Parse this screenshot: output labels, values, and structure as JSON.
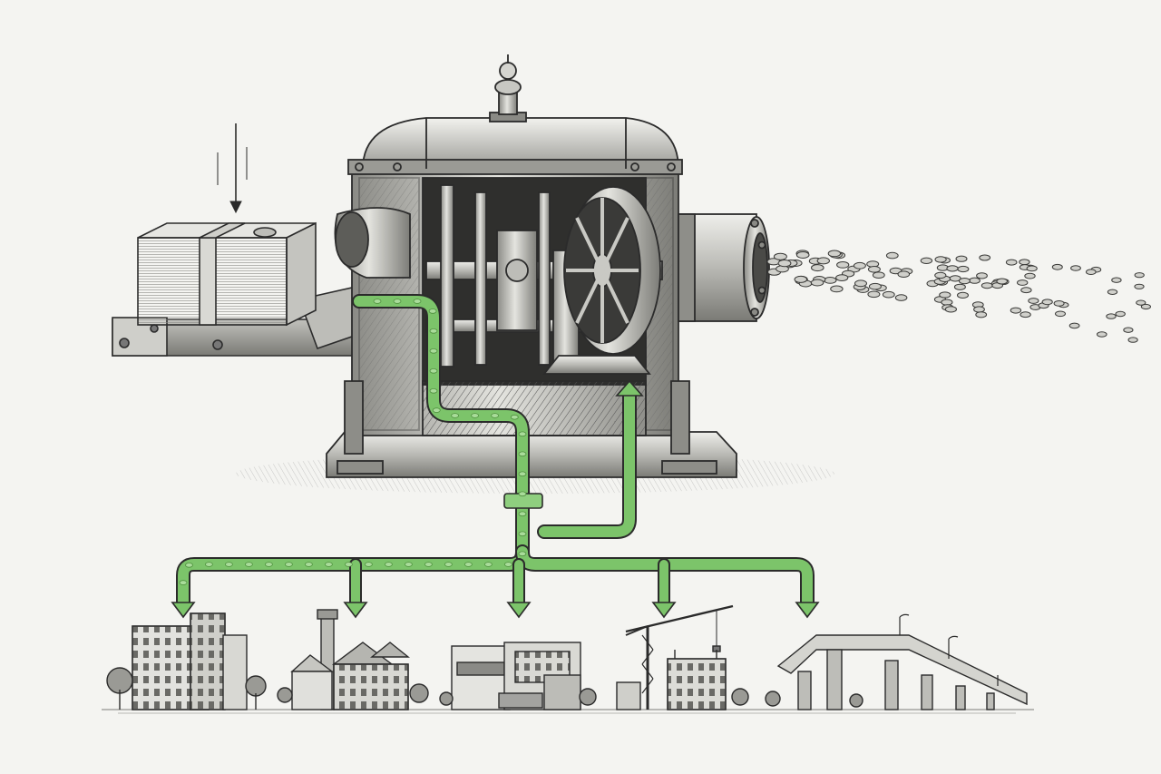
{
  "diagram": {
    "input": {
      "name": "cash-bundle"
    },
    "machine": {
      "name": "money-machine"
    },
    "output_stream": {
      "name": "coin-stream"
    },
    "flow": {
      "color": "#7cc46a",
      "dark": "#4f8f3e"
    },
    "destinations": [
      {
        "kind": "apartment-building"
      },
      {
        "kind": "factory"
      },
      {
        "kind": "office-building"
      },
      {
        "kind": "construction-site"
      },
      {
        "kind": "highway-overpass"
      }
    ]
  },
  "colors": {
    "ink": "#2b2b2b",
    "metal_light": "#d7d7d2",
    "metal_mid": "#a9a9a4",
    "metal_dark": "#5e5e5a",
    "background": "#f4f4f1"
  }
}
